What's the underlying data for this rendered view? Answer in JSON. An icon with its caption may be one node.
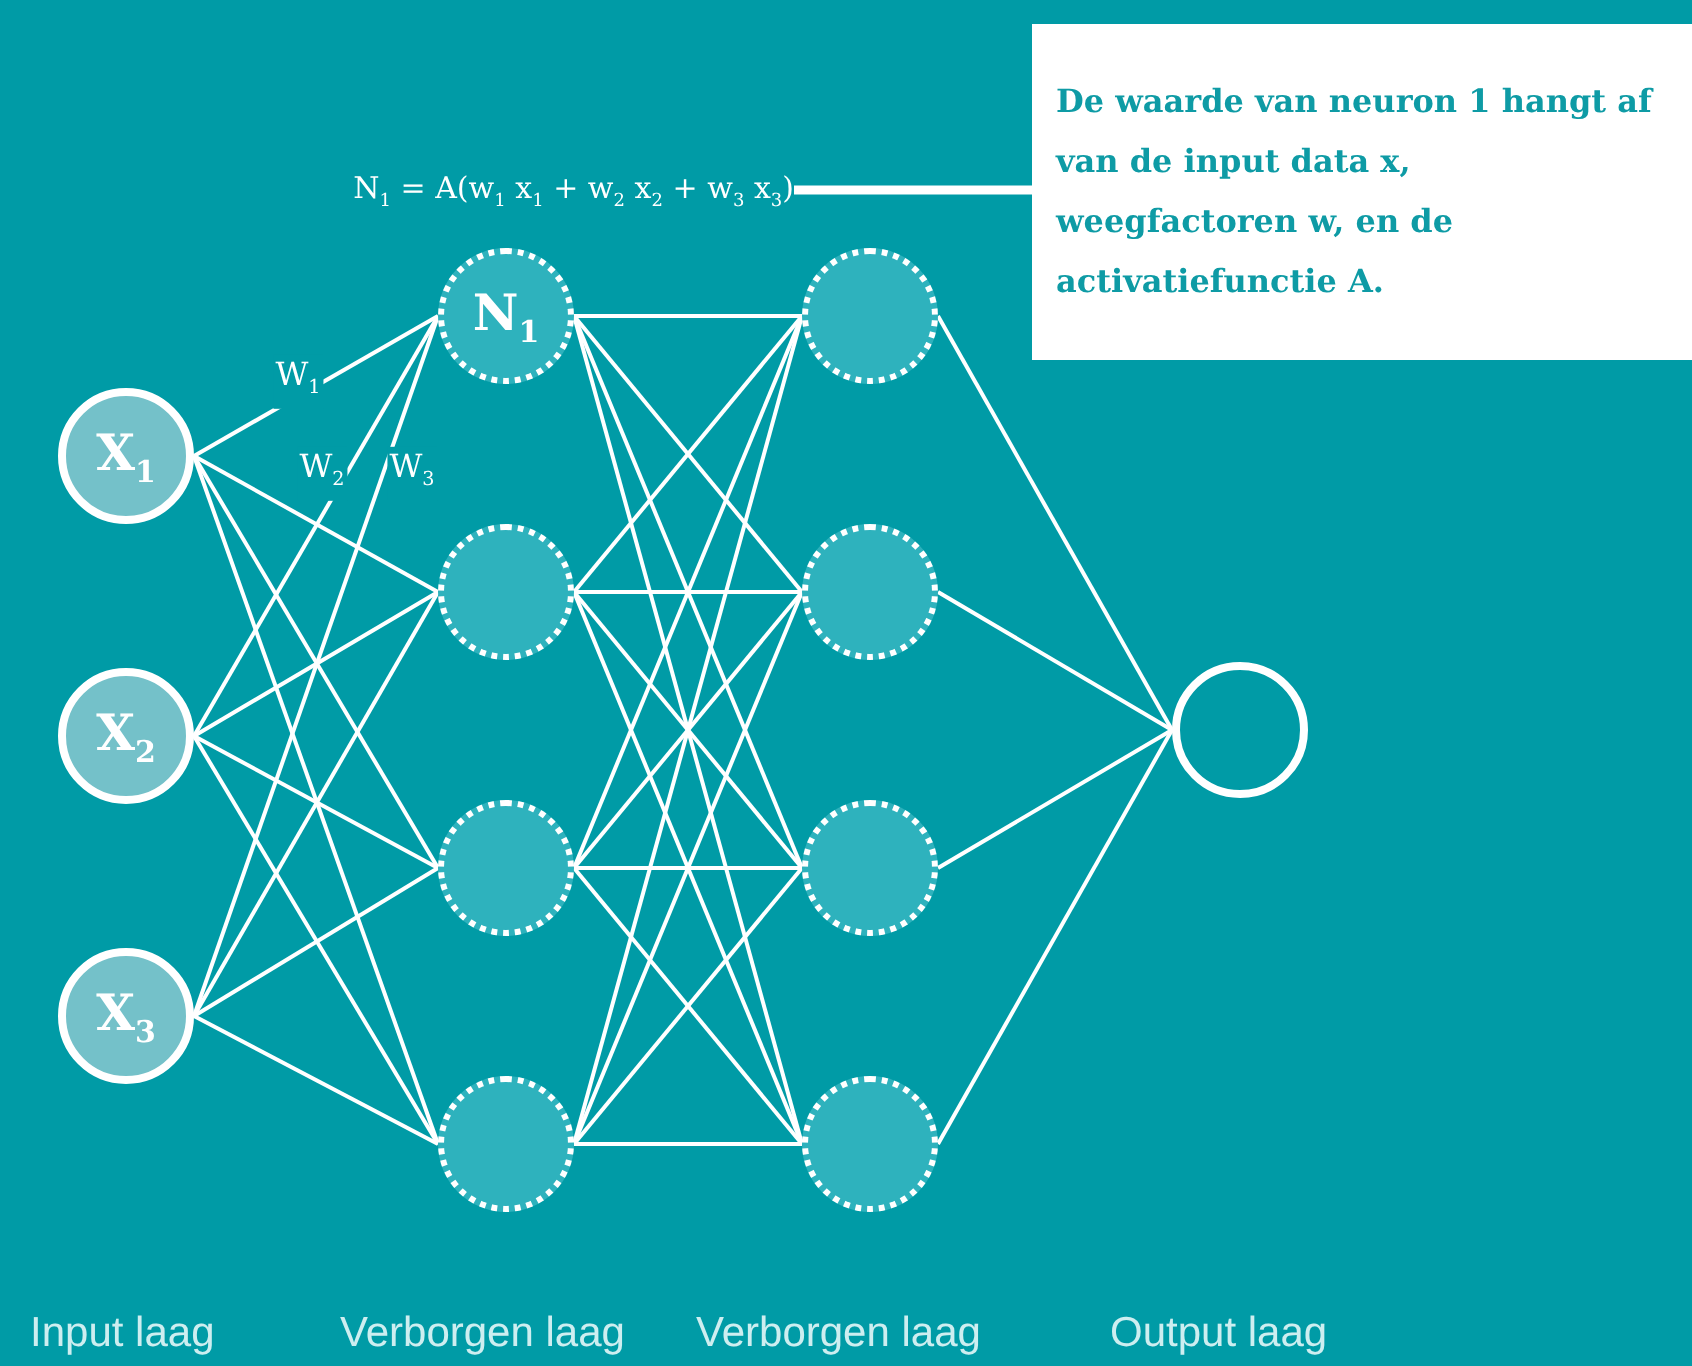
{
  "diagram": {
    "nodes": [
      {
        "text": [
          "X$_{1}$"
        ]
      },
      {
        "text": [
          "X$_{2}$"
        ]
      },
      {
        "text": [
          "X$_{3}$"
        ]
      },
      {
        "text": [
          "N$_{1}$"
        ]
      },
      {
        "text": [],
        "shape": "circle"
      },
      {
        "text": [],
        "shape": "circle"
      },
      {
        "text": [],
        "shape": "circle"
      },
      {
        "text": [],
        "shape": "circle"
      },
      {
        "text": [],
        "shape": "circle"
      },
      {
        "text": [],
        "shape": "circle"
      },
      {
        "text": [],
        "shape": "circle"
      },
      {
        "text": [],
        "shape": "circle"
      },
      {
        "text": [
          "N$_{1}$ = A(w$_{1}$ x$_{1}$ + w$_{2}$ x$_{2}$ + w$_{3}$ x$_{3}$)"
        ]
      },
      {
        "text": [
          "De waarde van neuron 1 hangt af van de input data x, weegfactoren w, en de activatiefunctie A."
        ]
      }
    ],
    "edges": [
      {
        "from": 0,
        "to": 3,
        "arrow": "none",
        "label": "W$_{1}$"
      },
      {
        "from": 0,
        "to": 4,
        "arrow": "none"
      },
      {
        "from": 0,
        "to": 5,
        "arrow": "none"
      },
      {
        "from": 0,
        "to": 6,
        "arrow": "none"
      },
      {
        "from": 1,
        "to": 3,
        "arrow": "none",
        "label": "W$_{2}$"
      },
      {
        "from": 1,
        "to": 4,
        "arrow": "none"
      },
      {
        "from": 1,
        "to": 5,
        "arrow": "none"
      },
      {
        "from": 1,
        "to": 6,
        "arrow": "none"
      },
      {
        "from": 2,
        "to": 3,
        "arrow": "none",
        "label": "W$_{3}$"
      },
      {
        "from": 2,
        "to": 4,
        "arrow": "none"
      },
      {
        "from": 2,
        "to": 5,
        "arrow": "none"
      },
      {
        "from": 2,
        "to": 6,
        "arrow": "none"
      },
      {
        "from": 3,
        "to": 7,
        "arrow": "none"
      },
      {
        "from": 3,
        "to": 8,
        "arrow": "none"
      },
      {
        "from": 3,
        "to": 9,
        "arrow": "none"
      },
      {
        "from": 3,
        "to": 10,
        "arrow": "none"
      },
      {
        "from": 4,
        "to": 7,
        "arrow": "none"
      },
      {
        "from": 4,
        "to": 8,
        "arrow": "none"
      },
      {
        "from": 4,
        "to": 9,
        "arrow": "none"
      },
      {
        "from": 4,
        "to": 10,
        "arrow": "none"
      },
      {
        "from": 5,
        "to": 7,
        "arrow": "none"
      },
      {
        "from": 5,
        "to": 8,
        "arrow": "none"
      },
      {
        "from": 5,
        "to": 9,
        "arrow": "none"
      },
      {
        "from": 5,
        "to": 10,
        "arrow": "none"
      },
      {
        "from": 6,
        "to": 7,
        "arrow": "none"
      },
      {
        "from": 6,
        "to": 8,
        "arrow": "none"
      },
      {
        "from": 6,
        "to": 9,
        "arrow": "none"
      },
      {
        "from": 6,
        "to": 10,
        "arrow": "none"
      },
      {
        "from": 7,
        "to": 11,
        "arrow": "none"
      },
      {
        "from": 8,
        "to": 11,
        "arrow": "none"
      },
      {
        "from": 9,
        "to": 11,
        "arrow": "none"
      },
      {
        "from": 10,
        "to": 11,
        "arrow": "none"
      },
      {
        "from": 12,
        "to": 13,
        "arrow": "none",
        "style": "thick"
      }
    ],
    "labels": [
      "Input laag",
      "Verborgen laag",
      "Verborgen laag",
      "Output laag"
    ]
  }
}
